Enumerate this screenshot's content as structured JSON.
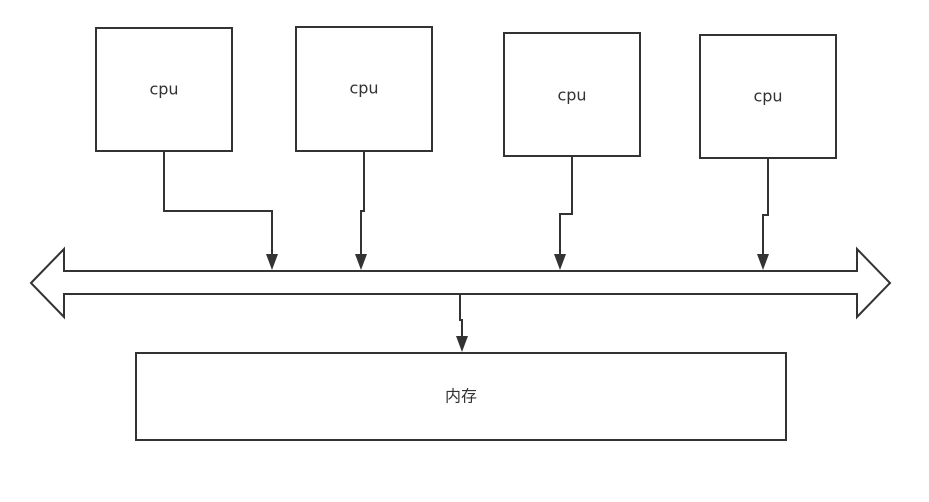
{
  "nodes": {
    "cpu_1": {
      "label": "cpu"
    },
    "cpu_2": {
      "label": "cpu"
    },
    "cpu_3": {
      "label": "cpu"
    },
    "cpu_4": {
      "label": "cpu"
    },
    "memory": {
      "label": "内存"
    }
  },
  "edges": [
    {
      "from": "cpu_1",
      "to": "bus"
    },
    {
      "from": "cpu_2",
      "to": "bus"
    },
    {
      "from": "cpu_3",
      "to": "bus"
    },
    {
      "from": "cpu_4",
      "to": "bus"
    },
    {
      "from": "bus",
      "to": "memory"
    }
  ],
  "colors": {
    "stroke": "#333333",
    "background": "#ffffff"
  }
}
